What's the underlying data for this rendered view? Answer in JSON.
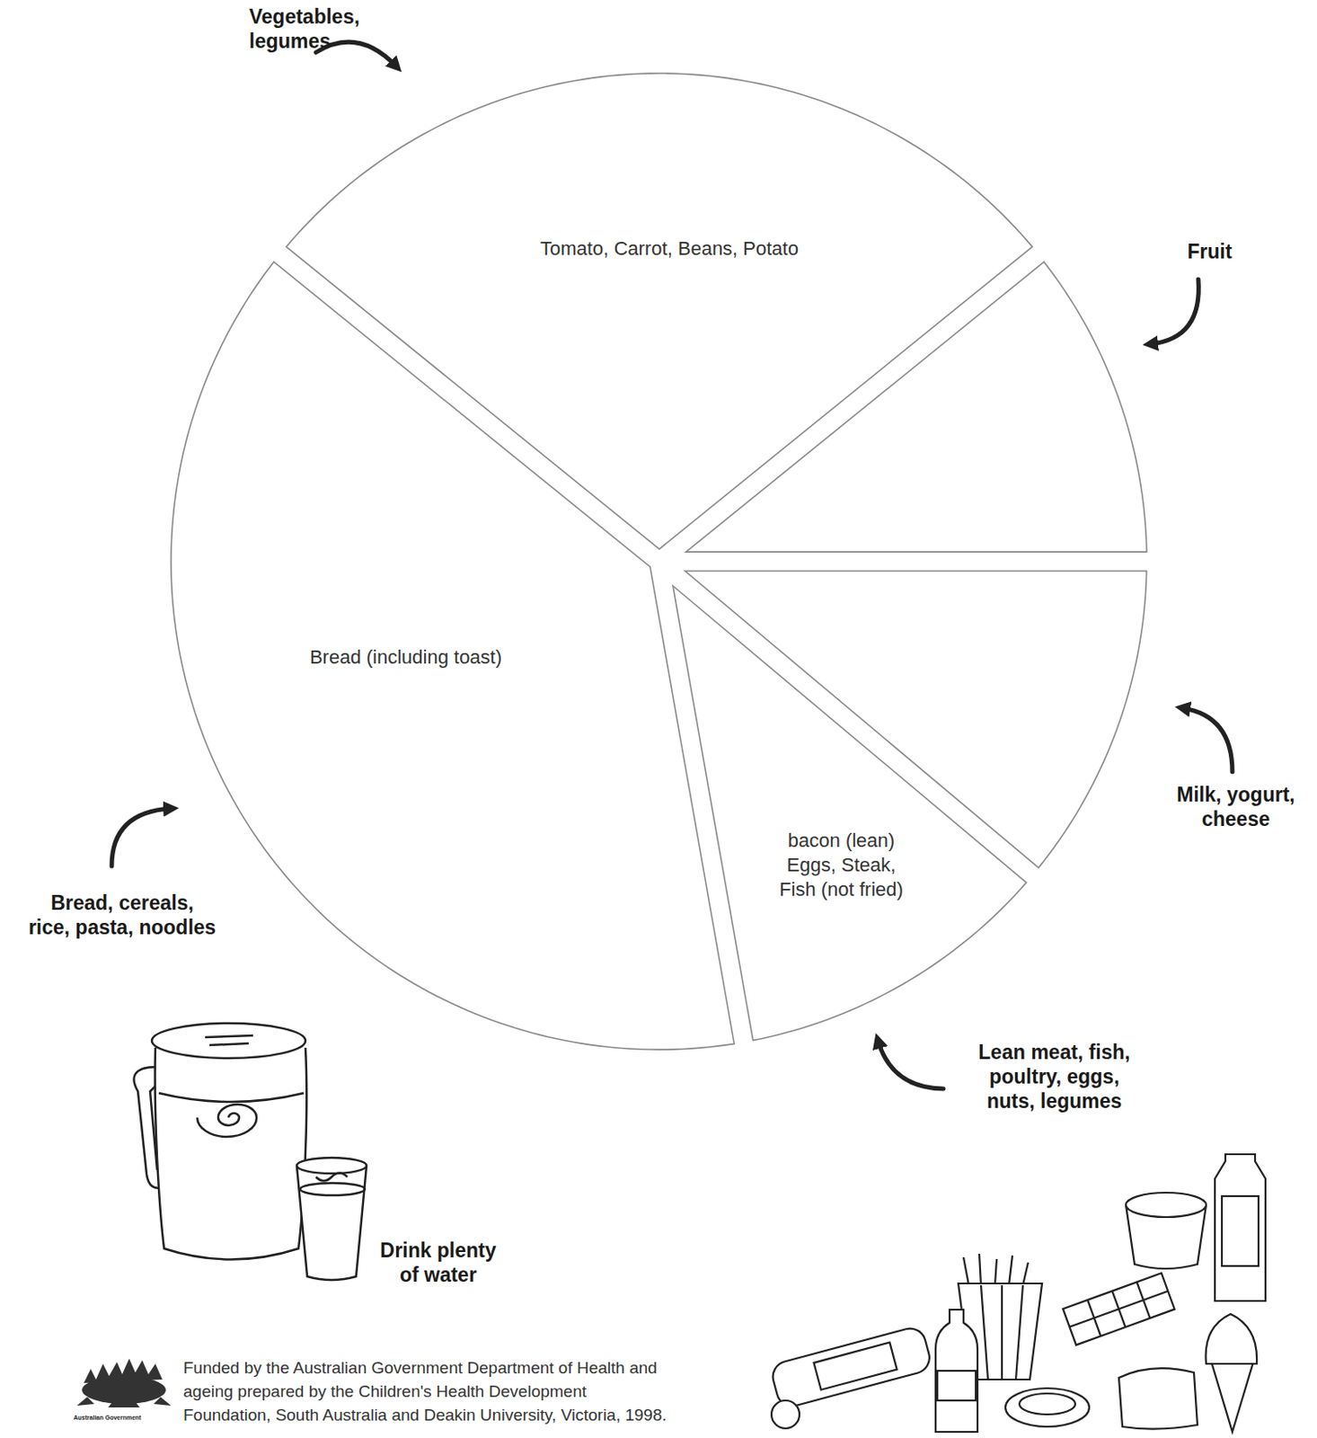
{
  "diagram": {
    "nodes": [
      {
        "text": [
          "Vegetables, legumes",
          "Tomato, Carrot, Beans, Potato"
        ]
      },
      {
        "text": [
          "Fruit"
        ]
      },
      {
        "text": [
          "Milk, yogurt, cheese"
        ]
      },
      {
        "text": [
          "Lean meat, fish, poultry, eggs, nuts, legumes",
          "bacon (lean) Eggs, Steak, Fish (not fried)"
        ]
      },
      {
        "text": [
          "Bread, cereals, rice, pasta, noodles",
          "Bread (including toast)"
        ]
      }
    ],
    "labels": [
      "Drink plenty of water",
      "Funded by the Australian Government Department of Health and ageing prepared by the Children's Health Development Foundation, South Australia and Deakin University, Victoria, 1998.",
      "Australian Government"
    ]
  }
}
